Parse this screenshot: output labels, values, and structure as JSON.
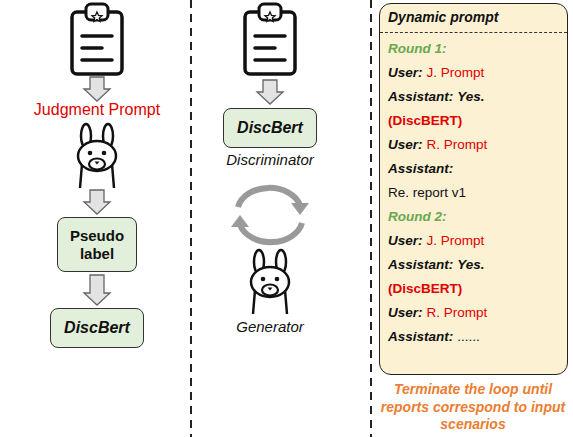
{
  "diagram": {
    "nodes": [
      {
        "text": [
          "Pseudo label"
        ]
      },
      {
        "text": [
          "DiscBert"
        ]
      },
      {
        "text": [
          "DiscBert"
        ]
      },
      {
        "text": [
          "Dynamic prompt",
          "Round 1:",
          "User:",
          "J. Prompt",
          "Assistant:",
          "Yes.",
          "(DiscBERT)",
          "User:",
          "R. Prompt",
          "Assistant:",
          "Re. report v1",
          "Round 2:",
          "User:",
          "J. Prompt",
          "Assistant:",
          "Yes.",
          "(DiscBERT)",
          "User:",
          "R. Prompt",
          "Assistant:",
          "......"
        ]
      }
    ],
    "edges": [
      {
        "from": 0,
        "to": 1,
        "arrow": "to"
      }
    ],
    "labels": [
      "Judgment Prompt",
      "Discriminator",
      "Generator",
      "Terminate the loop until reports correspond to input scenarios"
    ]
  }
}
